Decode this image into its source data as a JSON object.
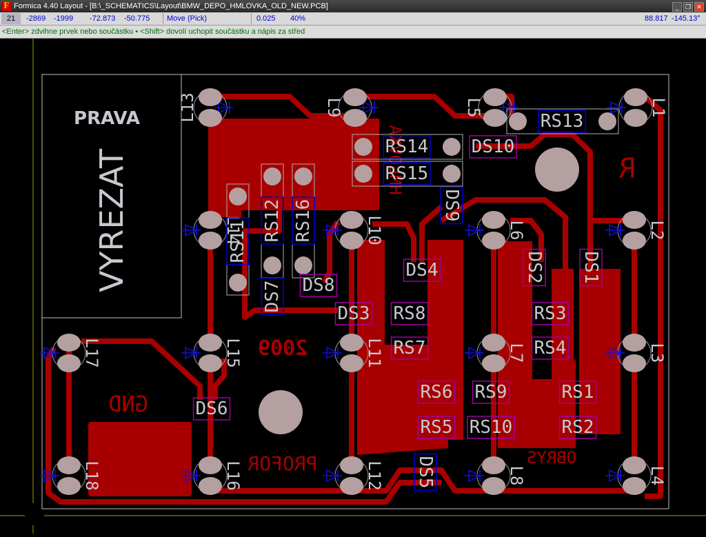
{
  "window": {
    "app_icon": "F",
    "title": "Formica 4.40 Layout - [B:\\_SCHEMATICS\\Layout\\BMW_DEPO_HMLOVKA_OLD_NEW.PCB]",
    "minimize": "_",
    "restore": "❐",
    "close": "✕"
  },
  "status": {
    "layer": "21",
    "coord_x_mils": "-2869",
    "coord_y_mils": "-1999",
    "coord_x_mm": "-72.873",
    "coord_y_mm": "-50.775",
    "mode": "Move (Pick)",
    "grid": "0.025",
    "zoom": "40%",
    "distance": "88.817",
    "angle": "-145.13°"
  },
  "hint": "<Enter> zdvihne prvek nebo součástku  •  <Shift> dovolí uchopit součástku a nápis za střed",
  "colors": {
    "copper": "#a80000",
    "pad": "#b4a0a0",
    "silk": "#c8c8d0",
    "outline": "#c0c0c0",
    "origin": "#a0a000",
    "smd_blue": "#0000d0",
    "smd_magenta": "#a000a0"
  },
  "board": {
    "silk_texts": {
      "prava": "PRAVA",
      "vyrezat": "VYREZAT",
      "year": "2009",
      "gnd": "GND",
      "profor": "PROFOR",
      "obrys": "OBRYS",
      "hmlovka": "HMLOVKA",
      "r_mark": "R"
    },
    "leds": [
      {
        "ref": "L13"
      },
      {
        "ref": "L9"
      },
      {
        "ref": "L5"
      },
      {
        "ref": "L1"
      },
      {
        "ref": "L14"
      },
      {
        "ref": "L10"
      },
      {
        "ref": "L6"
      },
      {
        "ref": "L2"
      },
      {
        "ref": "L17"
      },
      {
        "ref": "L15"
      },
      {
        "ref": "L11"
      },
      {
        "ref": "L7"
      },
      {
        "ref": "L3"
      },
      {
        "ref": "L18"
      },
      {
        "ref": "L16"
      },
      {
        "ref": "L12"
      },
      {
        "ref": "L8"
      },
      {
        "ref": "L4"
      }
    ],
    "resistors": [
      "RS1",
      "RS2",
      "RS3",
      "RS4",
      "RS5",
      "RS6",
      "RS7",
      "RS8",
      "RS9",
      "RS10",
      "RS11",
      "RS12",
      "RS13",
      "RS14",
      "RS15",
      "RS16"
    ],
    "diodes": [
      "DS1",
      "DS2",
      "DS3",
      "DS4",
      "DS5",
      "DS6",
      "DS7",
      "DS8",
      "DS9",
      "DS10"
    ]
  }
}
